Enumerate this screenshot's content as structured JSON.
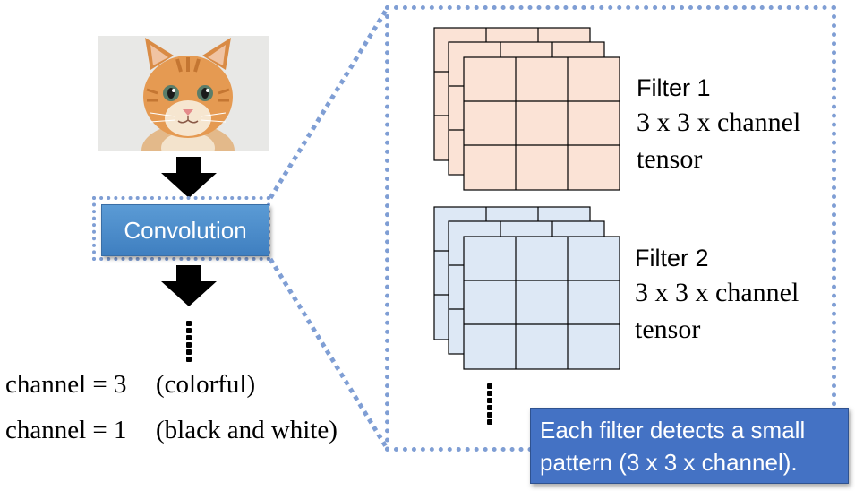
{
  "convolution": {
    "label": "Convolution"
  },
  "channels": [
    {
      "eq": "channel = 3",
      "note": "(colorful)"
    },
    {
      "eq": "channel = 1",
      "note": "(black and white)"
    }
  ],
  "filters": [
    {
      "name": "Filter 1",
      "desc1": "3 x 3 x channel",
      "desc2": "tensor",
      "fill": "#fbe3d6"
    },
    {
      "name": "Filter 2",
      "desc1": "3 x 3 x channel",
      "desc2": "tensor",
      "fill": "#dde8f5"
    }
  ],
  "callout": {
    "line1": "Each filter detects a small",
    "line2": "pattern (3 x 3 x channel)."
  },
  "colors": {
    "dotted_border": "#7f9ed4",
    "button": "#5b9bd5",
    "callout": "#4472c4"
  },
  "icons": {
    "image": "kitten-photo",
    "arrow": "down-arrow-icon"
  }
}
